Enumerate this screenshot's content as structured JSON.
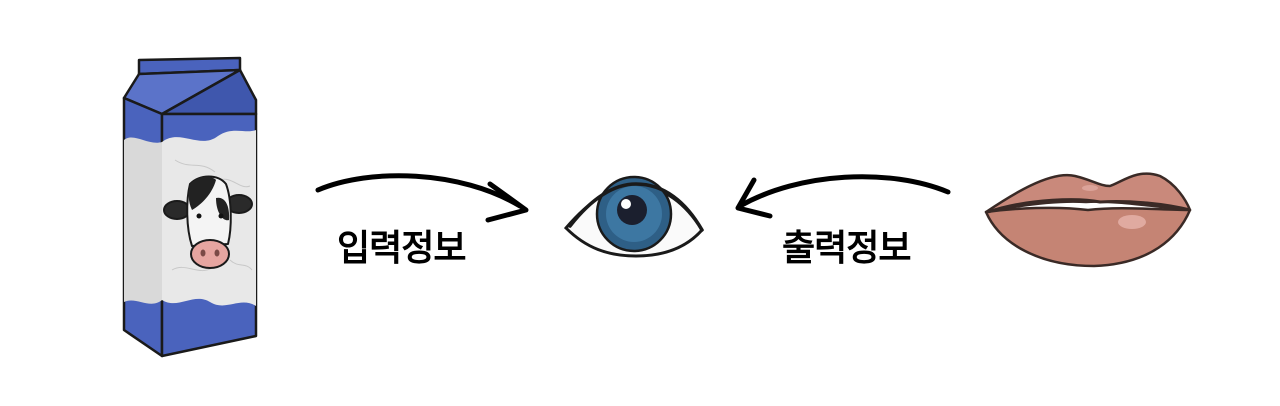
{
  "diagram": {
    "input_label": "입력정보",
    "output_label": "출력정보",
    "nodes": [
      {
        "id": "milk-carton",
        "icon": "milk-carton-icon"
      },
      {
        "id": "eye",
        "icon": "eye-icon"
      },
      {
        "id": "lips",
        "icon": "lips-icon"
      }
    ],
    "edges": [
      {
        "from": "milk-carton",
        "to": "eye",
        "label_key": "input_label"
      },
      {
        "from": "lips",
        "to": "eye",
        "label_key": "output_label"
      }
    ],
    "colors": {
      "carton_blue": "#4a63bd",
      "carton_panel": "#e6e6e6",
      "iris": "#2e5f86",
      "lips": "#c9897b",
      "arrow": "#000000"
    }
  }
}
